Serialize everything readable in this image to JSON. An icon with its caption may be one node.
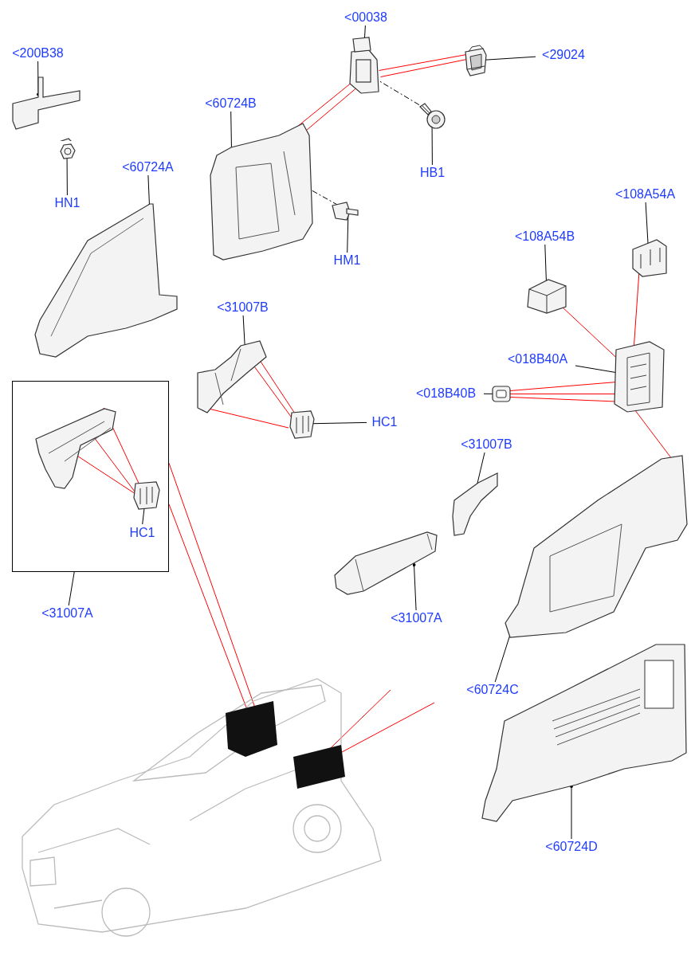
{
  "diagram": {
    "nodes": [
      {
        "text": [
          "<200B38"
        ]
      },
      {
        "text": [],
        "shape": "picture"
      },
      {
        "text": [
          "HN1"
        ]
      },
      {
        "text": [],
        "shape": "picture"
      },
      {
        "text": [
          "<60724A"
        ]
      },
      {
        "text": [],
        "shape": "picture"
      },
      {
        "text": [
          "<60724B"
        ]
      },
      {
        "text": [],
        "shape": "picture"
      },
      {
        "text": [
          "HM1"
        ]
      },
      {
        "text": [],
        "shape": "picture"
      },
      {
        "text": [
          "<00038"
        ]
      },
      {
        "text": [],
        "shape": "picture"
      },
      {
        "text": [
          "<29024"
        ]
      },
      {
        "text": [],
        "shape": "picture"
      },
      {
        "text": [
          "HB1"
        ]
      },
      {
        "text": [],
        "shape": "picture"
      },
      {
        "text": [
          "<108A54A"
        ]
      },
      {
        "text": [],
        "shape": "picture"
      },
      {
        "text": [
          "<108A54B"
        ]
      },
      {
        "text": [],
        "shape": "picture"
      },
      {
        "text": [
          "<018B40A"
        ]
      },
      {
        "text": [],
        "shape": "picture"
      },
      {
        "text": [
          "<018B40B"
        ]
      },
      {
        "text": [],
        "shape": "picture"
      },
      {
        "text": [
          "<31007B"
        ]
      },
      {
        "text": [],
        "shape": "picture"
      },
      {
        "text": [
          "HC1"
        ]
      },
      {
        "text": [],
        "shape": "picture"
      },
      {
        "text": [],
        "shape": "box"
      },
      {
        "text": [],
        "shape": "picture",
        "in": 28
      },
      {
        "text": [],
        "shape": "picture",
        "in": 28
      },
      {
        "text": [
          "HC1"
        ],
        "in": 28
      },
      {
        "text": [
          "<31007A"
        ]
      },
      {
        "text": [
          "<31007B"
        ]
      },
      {
        "text": [],
        "shape": "picture"
      },
      {
        "text": [],
        "shape": "picture"
      },
      {
        "text": [
          "<31007A"
        ]
      },
      {
        "text": [],
        "shape": "picture"
      },
      {
        "text": [
          "<60724C"
        ]
      },
      {
        "text": [],
        "shape": "picture"
      },
      {
        "text": [
          "<60724D"
        ]
      },
      {
        "text": [],
        "shape": "picture"
      }
    ],
    "edges": [
      {
        "from": 0,
        "to": 1,
        "arrow": "other"
      },
      {
        "from": 2,
        "to": 3,
        "arrow": "other"
      },
      {
        "from": 4,
        "to": 5,
        "arrow": "other"
      },
      {
        "from": 6,
        "to": 7,
        "arrow": "other"
      },
      {
        "from": 8,
        "to": 9,
        "arrow": "other"
      },
      {
        "from": 10,
        "to": 11,
        "arrow": "other"
      },
      {
        "from": 12,
        "to": 13,
        "arrow": "other"
      },
      {
        "from": 14,
        "to": 15,
        "arrow": "other"
      },
      {
        "from": 16,
        "to": 17,
        "arrow": "other"
      },
      {
        "from": 18,
        "to": 19,
        "arrow": "other"
      },
      {
        "from": 20,
        "to": 21,
        "arrow": "other"
      },
      {
        "from": 22,
        "to": 23,
        "arrow": "other"
      },
      {
        "from": 24,
        "to": 25,
        "arrow": "other"
      },
      {
        "from": 26,
        "to": 27,
        "arrow": "other"
      },
      {
        "from": 31,
        "to": 30,
        "arrow": "other"
      },
      {
        "from": 32,
        "to": 28,
        "arrow": "none"
      },
      {
        "from": 33,
        "to": 34,
        "arrow": "other"
      },
      {
        "from": 36,
        "to": 35,
        "arrow": "other"
      },
      {
        "from": 38,
        "to": 37,
        "arrow": "other"
      },
      {
        "from": 40,
        "to": 39,
        "arrow": "other"
      },
      {
        "from": 7,
        "to": 11,
        "arrow": "none",
        "color": "#ff0000"
      },
      {
        "from": 7,
        "to": 11,
        "arrow": "none",
        "color": "#ff0000"
      },
      {
        "from": 13,
        "to": 11,
        "arrow": "none",
        "color": "#ff0000"
      },
      {
        "from": 13,
        "to": 11,
        "arrow": "none",
        "color": "#ff0000"
      },
      {
        "from": 25,
        "to": 27,
        "arrow": "none",
        "color": "#ff0000"
      },
      {
        "from": 25,
        "to": 27,
        "arrow": "none",
        "color": "#ff0000"
      },
      {
        "from": 25,
        "to": 27,
        "arrow": "none",
        "color": "#ff0000"
      },
      {
        "from": 29,
        "to": 30,
        "arrow": "none",
        "color": "#ff0000"
      },
      {
        "from": 29,
        "to": 30,
        "arrow": "none",
        "color": "#ff0000"
      },
      {
        "from": 29,
        "to": 30,
        "arrow": "none",
        "color": "#ff0000"
      },
      {
        "from": 19,
        "to": 21,
        "arrow": "none",
        "color": "#ff0000"
      },
      {
        "from": 17,
        "to": 21,
        "arrow": "none",
        "color": "#ff0000"
      },
      {
        "from": 23,
        "to": 21,
        "arrow": "none",
        "color": "#ff0000"
      },
      {
        "from": 23,
        "to": 21,
        "arrow": "none",
        "color": "#ff0000"
      },
      {
        "from": 23,
        "to": 21,
        "arrow": "none",
        "color": "#ff0000"
      },
      {
        "from": 21,
        "to": 37,
        "arrow": "none",
        "color": "#ff0000"
      },
      {
        "from": 28,
        "to": 41,
        "arrow": "none",
        "color": "#ff0000"
      },
      {
        "from": 28,
        "to": 41,
        "arrow": "none",
        "color": "#ff0000"
      },
      {
        "from": null,
        "to": 41,
        "arrow": "none",
        "color": "#ff0000"
      },
      {
        "from": null,
        "to": 41,
        "arrow": "none",
        "color": "#ff0000"
      },
      {
        "from": 11,
        "to": 15,
        "arrow": "none",
        "style": "dashed"
      },
      {
        "from": 7,
        "to": 9,
        "arrow": "none",
        "style": "dashed"
      }
    ]
  }
}
